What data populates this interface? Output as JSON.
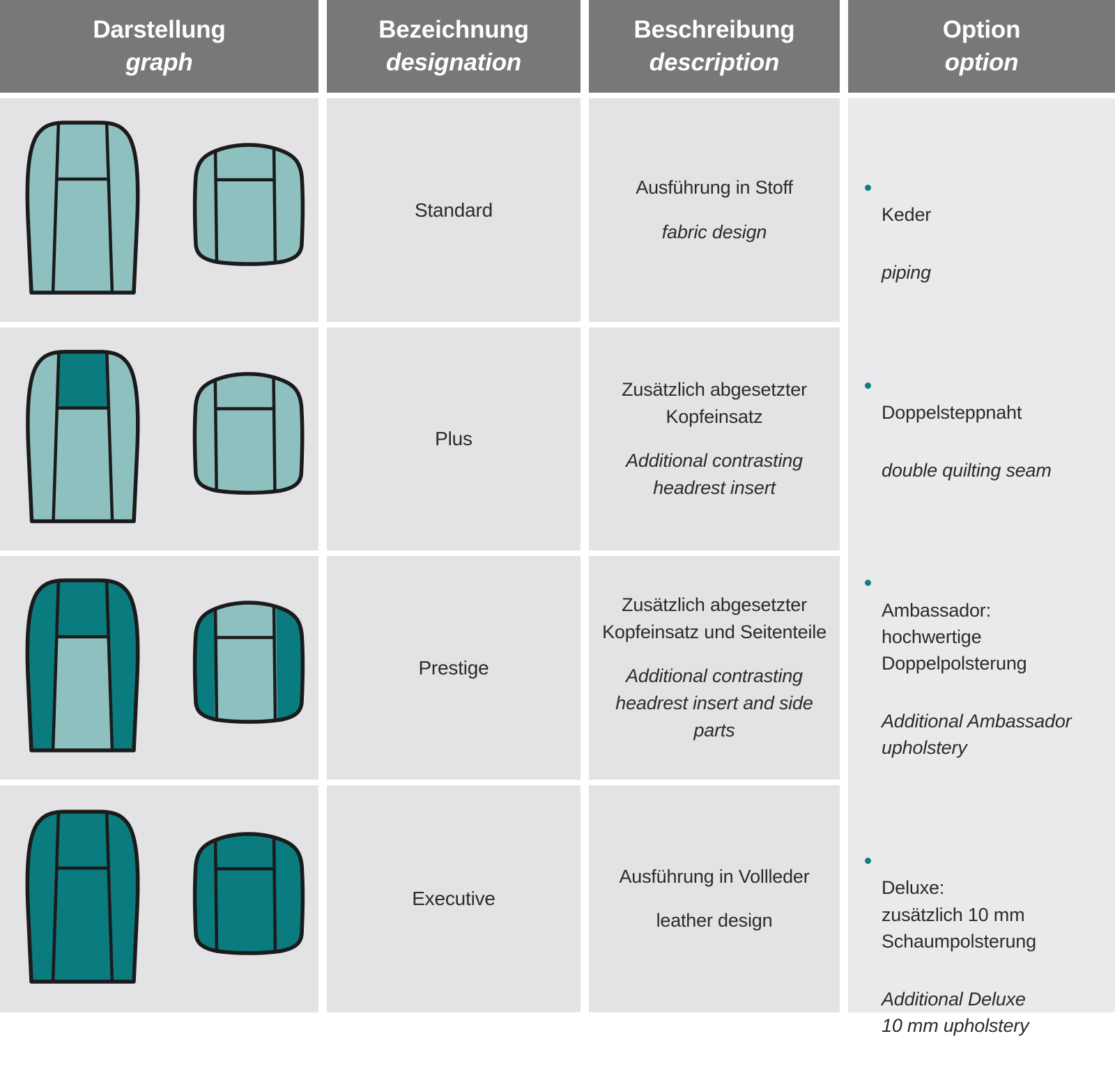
{
  "colors": {
    "header_bg": "#77787a",
    "cell_bg": "#e3e3e5",
    "option_bg": "#eaeaec",
    "gap": "#ffffff",
    "teal_light": "#8fc0c0",
    "teal_dark": "#0a7b7e",
    "outline": "#1b1b1b",
    "text": "#2b2b2d",
    "bullet": "#0f7d81"
  },
  "header": {
    "graph": {
      "de": "Darstellung",
      "en": "graph"
    },
    "designation": {
      "de": "Bezeichnung",
      "en": "designation"
    },
    "description": {
      "de": "Beschreibung",
      "en": "description"
    },
    "option": {
      "de": "Option",
      "en": "option"
    }
  },
  "rows": [
    {
      "designation": "Standard",
      "description_de": "Ausführung in Stoff",
      "description_en": "fabric design",
      "seat_fills": {
        "back_sides": "light",
        "back_head": "light",
        "back_center": "light",
        "cushion_sides": "light",
        "cushion_center": "light"
      }
    },
    {
      "designation": "Plus",
      "description_de": "Zusätzlich abgesetzter\nKopfeinsatz",
      "description_en": "Additional contrasting\nheadrest insert",
      "seat_fills": {
        "back_sides": "light",
        "back_head": "dark",
        "back_center": "light",
        "cushion_sides": "light",
        "cushion_center": "light"
      }
    },
    {
      "designation": "Prestige",
      "description_de": "Zusätzlich abgesetzter\nKopfeinsatz und Seitenteile",
      "description_en": "Additional contrasting\nheadrest insert and side\nparts",
      "seat_fills": {
        "back_sides": "dark",
        "back_head": "dark",
        "back_center": "light",
        "cushion_sides": "dark",
        "cushion_center": "light"
      }
    },
    {
      "designation": "Executive",
      "description_de": "Ausführung in Vollleder",
      "description_en": "leather design",
      "seat_fills": {
        "back_sides": "dark",
        "back_head": "dark",
        "back_center": "dark",
        "cushion_sides": "dark",
        "cushion_center": "dark"
      }
    }
  ],
  "options": [
    {
      "de": "Keder",
      "en": "piping"
    },
    {
      "de": "Doppelsteppnaht",
      "en": "double quilting seam"
    },
    {
      "de": "Ambassador:\nhochwertige\nDoppelpolsterung",
      "en": "Additional Ambassador\nupholstery"
    },
    {
      "de": "Deluxe:\nzusätzlich 10 mm\nSchaumpolsterung",
      "en": "Additional Deluxe\n10 mm upholstery"
    }
  ]
}
